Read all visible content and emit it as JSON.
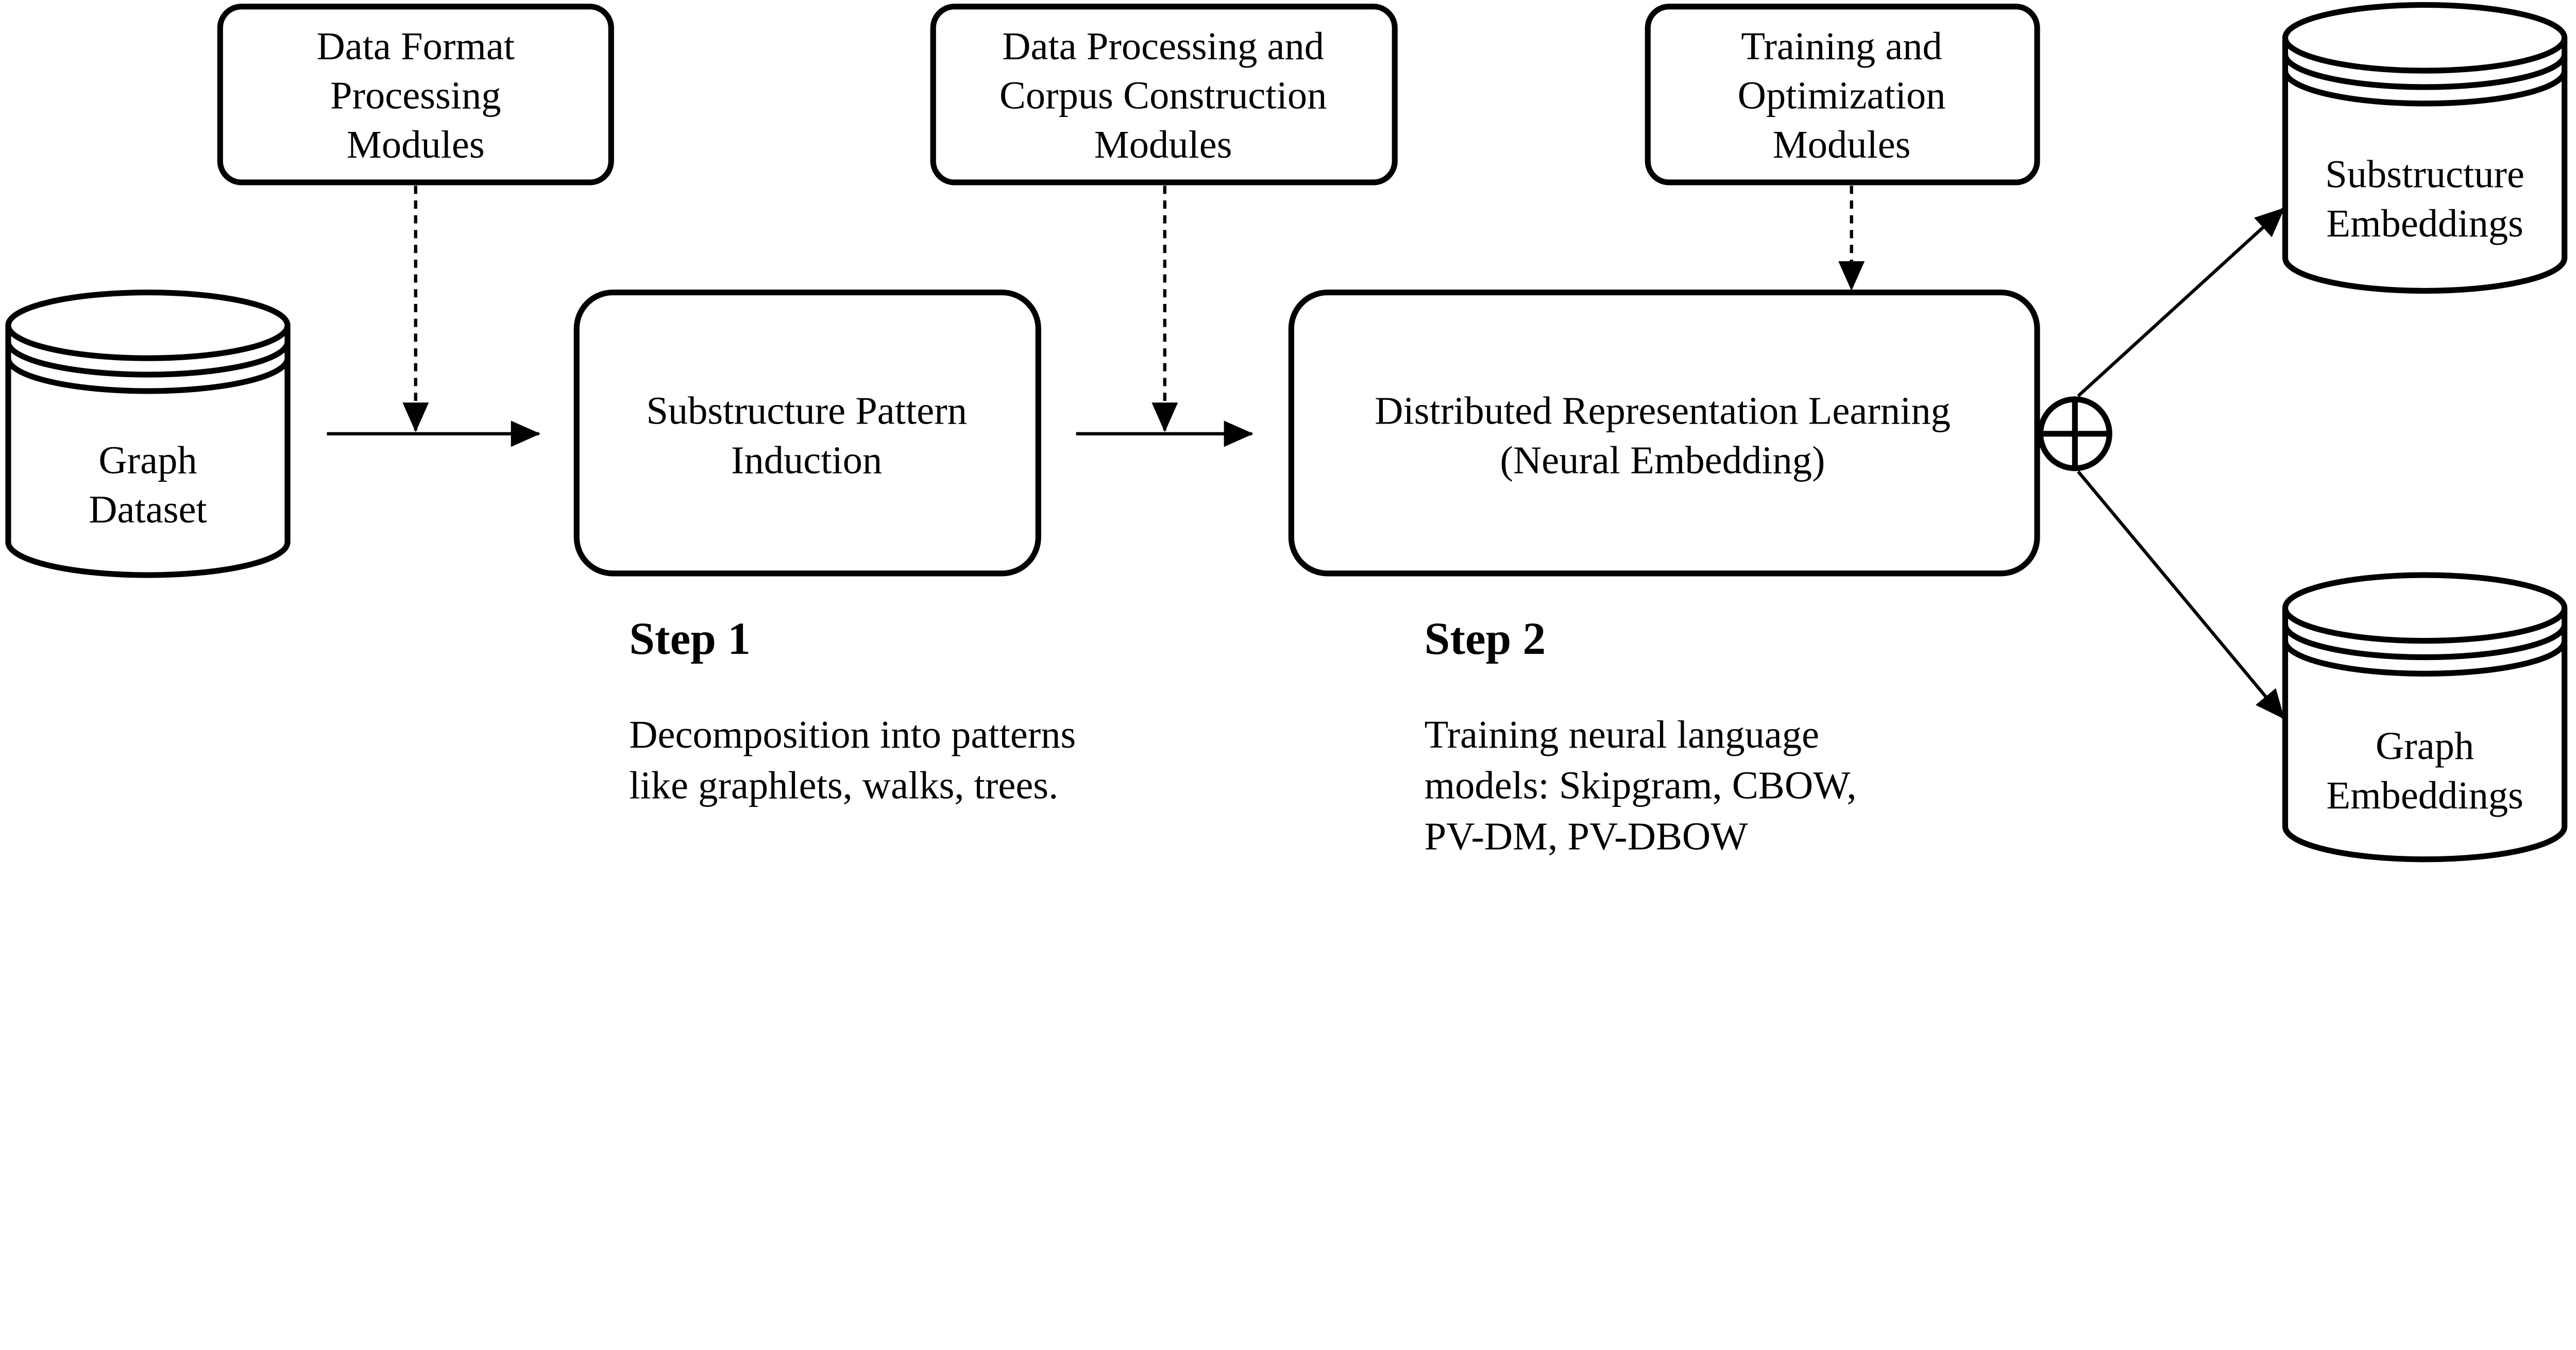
{
  "modules": {
    "data_format": [
      "Data Format",
      "Processing",
      "Modules"
    ],
    "data_processing": [
      "Data Processing and",
      "Corpus Construction",
      "Modules"
    ],
    "training": [
      "Training and",
      "Optimization",
      "Modules"
    ]
  },
  "graph_dataset": [
    "Graph",
    "Dataset"
  ],
  "substructure_induction": [
    "Substructure Pattern",
    "Induction"
  ],
  "representation_learning": [
    "Distributed Representation Learning",
    "(Neural Embedding)"
  ],
  "outputs": {
    "substructure_embeddings": [
      "Substructure",
      "Embeddings"
    ],
    "graph_embeddings": [
      "Graph",
      "Embeddings"
    ]
  },
  "combine_icon": "circle-plus-icon",
  "step1": {
    "title": "Step 1",
    "description": [
      "Decomposition into patterns",
      "like graphlets, walks, trees."
    ]
  },
  "step2": {
    "title": "Step 2",
    "description": [
      "Training neural language",
      "models: Skipgram, CBOW,",
      "PV-DM, PV-DBOW"
    ]
  }
}
